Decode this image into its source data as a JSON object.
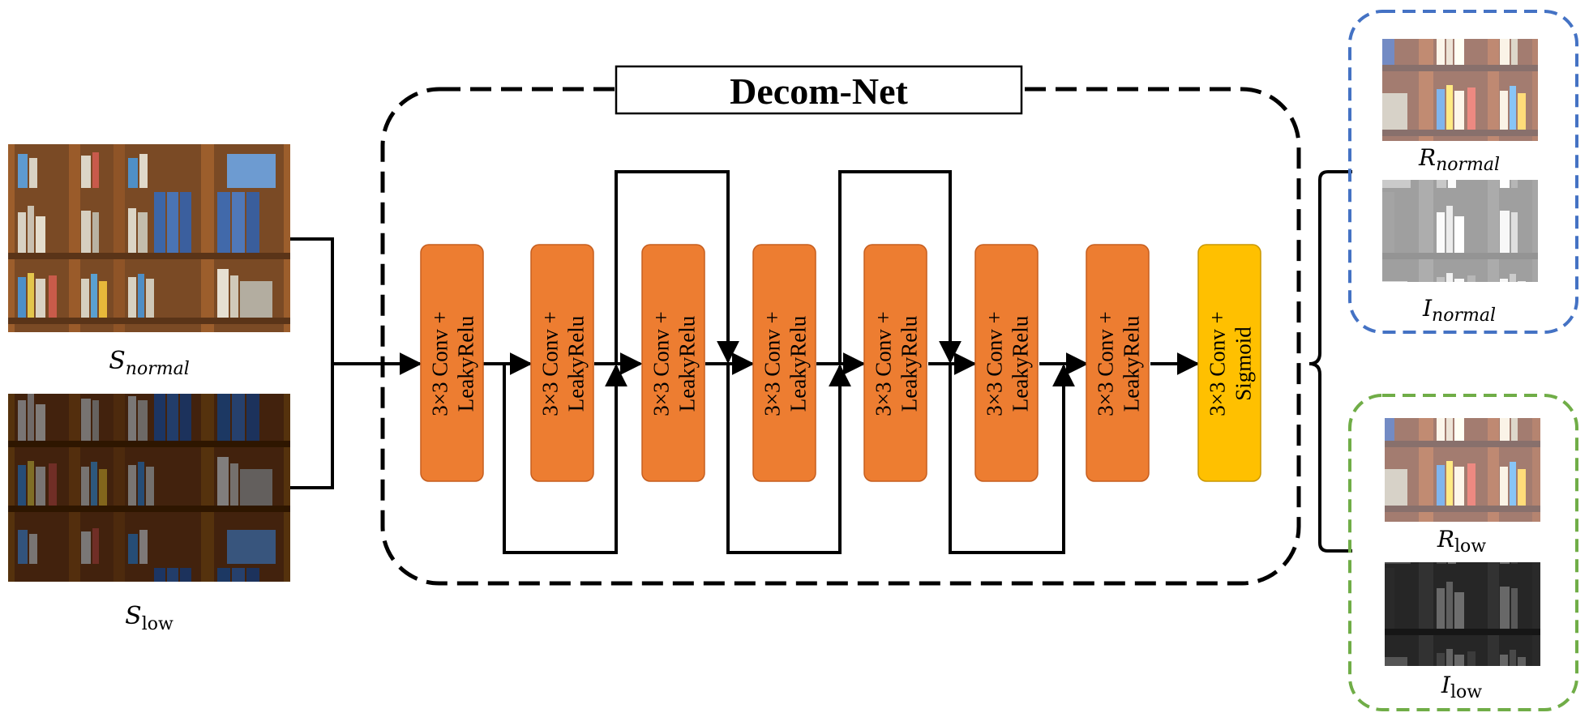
{
  "title": "Decom-Net",
  "blocks": [
    {
      "line1": "3×3 Conv +",
      "line2": "LeakyRelu",
      "color": "#ED7D31"
    },
    {
      "line1": "3×3 Conv +",
      "line2": "LeakyRelu",
      "color": "#ED7D31"
    },
    {
      "line1": "3×3 Conv +",
      "line2": "LeakyRelu",
      "color": "#ED7D31"
    },
    {
      "line1": "3×3 Conv +",
      "line2": "LeakyRelu",
      "color": "#ED7D31"
    },
    {
      "line1": "3×3 Conv +",
      "line2": "LeakyRelu",
      "color": "#ED7D31"
    },
    {
      "line1": "3×3 Conv +",
      "line2": "LeakyRelu",
      "color": "#ED7D31"
    },
    {
      "line1": "3×3 Conv +",
      "line2": "LeakyRelu",
      "color": "#ED7D31"
    },
    {
      "line1": "3×3 Conv +",
      "line2": "Sigmoid",
      "color": "#FFC000"
    }
  ],
  "inputs": {
    "normal": {
      "symbol": "S",
      "sub": "normal"
    },
    "low": {
      "symbol": "S",
      "sub": "low"
    }
  },
  "outputs": {
    "r_normal": {
      "symbol": "R",
      "sub": "normal"
    },
    "i_normal": {
      "symbol": "I",
      "sub": "normal"
    },
    "r_low": {
      "symbol": "R",
      "sub": "low"
    },
    "i_low": {
      "symbol": "I",
      "sub": "low"
    }
  },
  "colors": {
    "normal_group_border": "#4472C4",
    "low_group_border": "#70AD47"
  }
}
